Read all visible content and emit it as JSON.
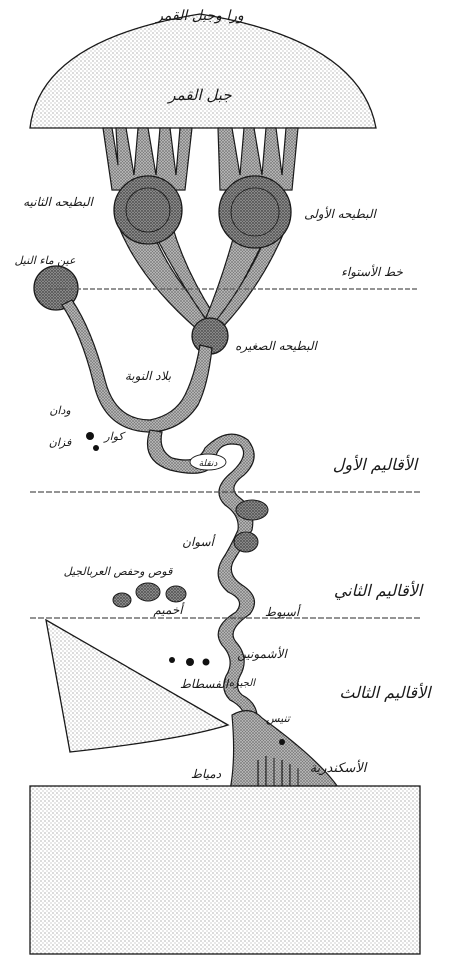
{
  "map": {
    "labels": {
      "moon_mountains_behind": "ورا وجبل القمر",
      "moon_mountain": "جبل القمر",
      "second_lake": "البطيحه الثانيه",
      "first_lake": "البطيحه الأولى",
      "equator_line": "خط الأستواء",
      "small_lake": "البطيحه الصغيره",
      "nubian_lake": "عين ماء النيل",
      "nubia": "بلاد النوبة",
      "waddan": "ودان",
      "kawar": "كوار",
      "fezzan": "فزان",
      "zone_first": "الأقاليم الأول",
      "dongola": "دنقلة",
      "aswan": "أسوان",
      "qus_akhmim": "قوص وحفص العربالجيل",
      "zone_second": "الأقاليم الثاني",
      "akhmim": "أخميم",
      "asyut": "أسيوط",
      "ushmunayn": "الأشمونين",
      "fustat": "الفسطاط",
      "zone_third": "الأقاليم الثالث",
      "qahira": "الجيزه",
      "tinnis": "تنيس",
      "alexandria": "الأسكندرية",
      "damietta": "دمياط"
    },
    "colors": {
      "ink": "#1a1a1a",
      "stipple": "#6b6b6b",
      "paper": "#ffffff",
      "shade": "#cfcfcf"
    }
  }
}
